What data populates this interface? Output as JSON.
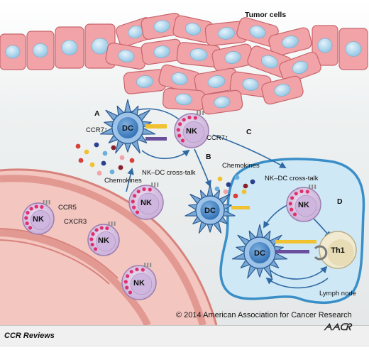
{
  "labels": {
    "tumor_cells": "Tumor cells",
    "panel_a": "A",
    "panel_b": "B",
    "panel_c": "C",
    "panel_d": "D",
    "ccr7_up_1": "CCR7↑",
    "ccr7_up_2": "CCR7↑",
    "chemokines_1": "Chemokines",
    "chemokines_2": "Chemokines",
    "nk_dc_crosstalk_1": "NK–DC cross-talk",
    "nk_dc_crosstalk_2": "NK–DC cross-talk",
    "ccr5": "CCR5",
    "cxcr3": "CXCR3",
    "lymph_node": "Lymph node"
  },
  "cells": {
    "dc": "DC",
    "nk": "NK",
    "th1": "Th1"
  },
  "footer": {
    "copyright": "© 2014 American Association for Cancer Research",
    "series": "CCR Reviews",
    "logo": "AACR"
  },
  "colors": {
    "tumor_cell": "#f2a3a8",
    "tumor_nucleus": "#b7dcef",
    "vessel": "#e8a39e",
    "lymph_node": "#cfe8f5",
    "nk_cell": "#d9c3e4",
    "dc_nucleus": "#2f6fb4",
    "arrow": "#2f6aa5"
  }
}
